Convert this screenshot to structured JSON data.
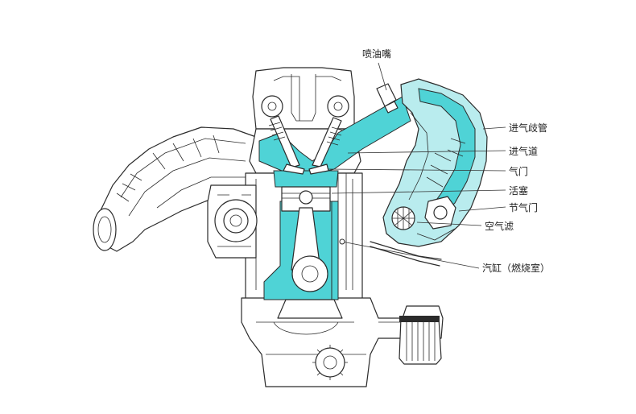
{
  "colors": {
    "highlight": "#4fd3d6",
    "highlight_light": "#b9ecee",
    "ink": "#2b2b2b",
    "background": "#ffffff"
  },
  "labels": {
    "fuel_injector": "喷油嘴",
    "intake_manifold": "进气歧管",
    "intake_port": "进气道",
    "valve": "气门",
    "piston": "活塞",
    "throttle": "节气门",
    "air_filter": "空气滤",
    "cylinder": "汽缸（燃烧室）"
  }
}
